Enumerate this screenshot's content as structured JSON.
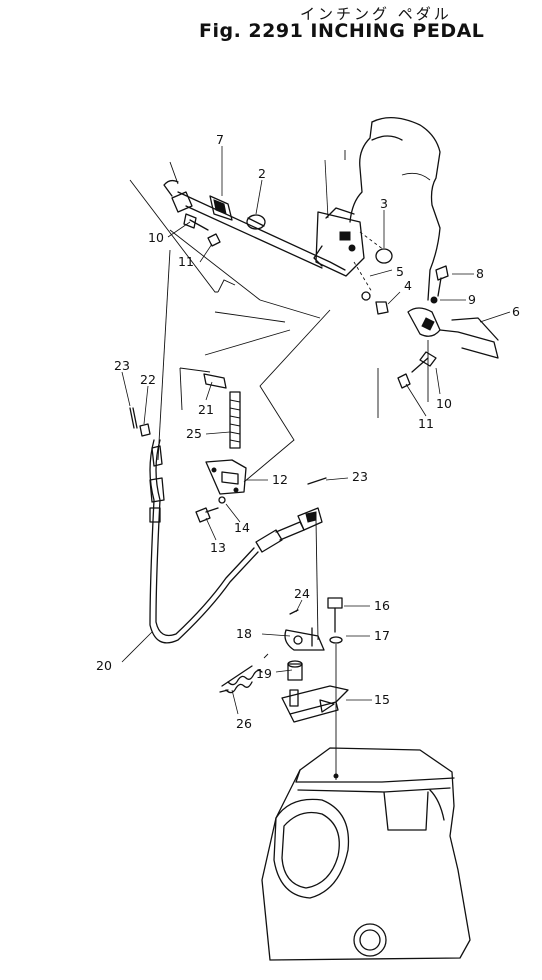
{
  "title_jp": "インチング ペダル",
  "title": "Fig. 2291 INCHING PEDAL",
  "callouts": [
    {
      "id": "c2",
      "label": "2"
    },
    {
      "id": "c3",
      "label": "3"
    },
    {
      "id": "c4",
      "label": "4"
    },
    {
      "id": "c5",
      "label": "5"
    },
    {
      "id": "c6",
      "label": "6"
    },
    {
      "id": "c7",
      "label": "7"
    },
    {
      "id": "c8",
      "label": "8"
    },
    {
      "id": "c9",
      "label": "9"
    },
    {
      "id": "c10a",
      "label": "10"
    },
    {
      "id": "c10b",
      "label": "10"
    },
    {
      "id": "c11a",
      "label": "11"
    },
    {
      "id": "c11b",
      "label": "11"
    },
    {
      "id": "c12",
      "label": "12"
    },
    {
      "id": "c13",
      "label": "13"
    },
    {
      "id": "c14",
      "label": "14"
    },
    {
      "id": "c15",
      "label": "15"
    },
    {
      "id": "c16",
      "label": "16"
    },
    {
      "id": "c17",
      "label": "17"
    },
    {
      "id": "c18",
      "label": "18"
    },
    {
      "id": "c19",
      "label": "19"
    },
    {
      "id": "c20",
      "label": "20"
    },
    {
      "id": "c21",
      "label": "21"
    },
    {
      "id": "c22",
      "label": "22"
    },
    {
      "id": "c23a",
      "label": "23"
    },
    {
      "id": "c23b",
      "label": "23"
    },
    {
      "id": "c24",
      "label": "24"
    },
    {
      "id": "c25",
      "label": "25"
    },
    {
      "id": "c26",
      "label": "26"
    }
  ]
}
